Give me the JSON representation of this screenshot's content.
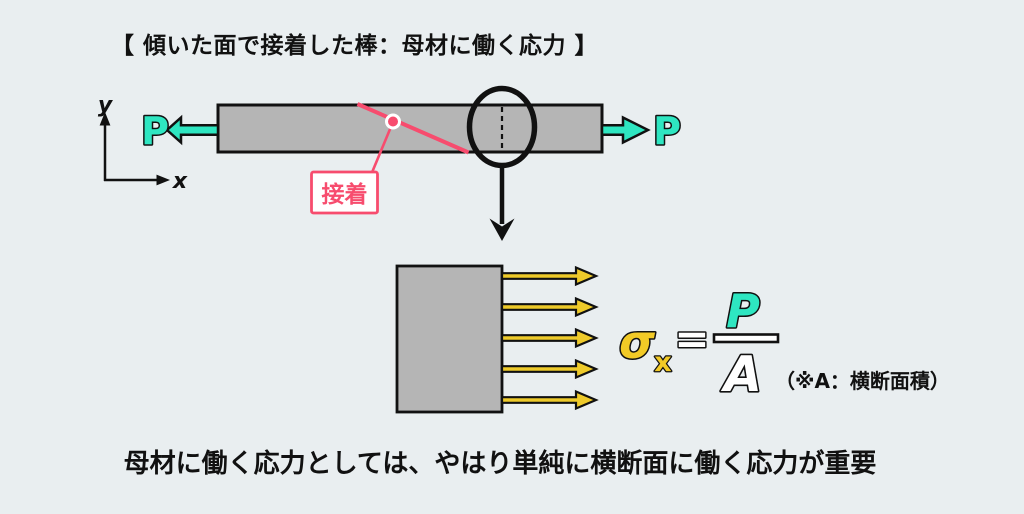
{
  "title": "【 傾いた面で接着した棒：母材に働く応力 】",
  "caption": "母材に働く応力としては、やはり単純に横断面に働く応力が重要",
  "axes": {
    "x_label": "x",
    "y_label": "y"
  },
  "bar_diagram": {
    "left_load_label": "P",
    "right_load_label": "P",
    "glue_callout": "接着"
  },
  "formula": {
    "sigma": "σ",
    "subscript": "x",
    "equals": "=",
    "numerator": "P",
    "denominator": "A",
    "note": "（※A：横断面積）"
  },
  "colors": {
    "background": "#e9eef0",
    "bar_gray": "#b5b5b5",
    "accent_teal": "#2ee6c1",
    "accent_pink": "#f74c6e",
    "accent_yellow": "#eeca2a",
    "ink": "#111111"
  }
}
